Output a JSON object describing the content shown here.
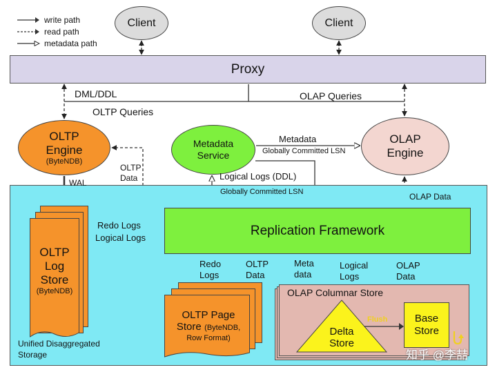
{
  "legend": {
    "write": "write path",
    "read": "read path",
    "metadata": "metadata path"
  },
  "clients": [
    "Client",
    "Client"
  ],
  "proxy": "Proxy",
  "labels": {
    "dml_ddl": "DML/DDL",
    "oltp_queries": "OLTP Queries",
    "olap_queries": "OLAP Queries",
    "metadata": "Metadata",
    "globally_committed_lsn": "Globally Committed LSN",
    "oltp_data_left_1": "OLTP",
    "oltp_data_left_2": "Data",
    "logical_logs_ddl": "Logical Logs (DDL)",
    "globally_committed_lsn_2": "Globally Committed LSN",
    "wal": "WAL",
    "olap_data": "OLAP Data",
    "redo_logs_h1": "Redo Logs",
    "redo_logs_h2": "Logical Logs",
    "redo_v1": "Redo",
    "redo_v2": "Logs",
    "oltp_v1": "OLTP",
    "oltp_v2": "Data",
    "meta_v1": "Meta",
    "meta_v2": "data",
    "logical_v1": "Logical",
    "logical_v2": "Logs",
    "olap_v1": "OLAP",
    "olap_v2": "Data",
    "flush": "Flush"
  },
  "oltp_engine": {
    "line1": "OLTP",
    "line2": "Engine",
    "sub": "(ByteNDB)"
  },
  "metadata_service": {
    "line1": "Metadata",
    "line2": "Service"
  },
  "olap_engine": {
    "line1": "OLAP",
    "line2": "Engine"
  },
  "replication_framework": "Replication Framework",
  "oltp_log_store": {
    "line1": "OLTP",
    "line2": "Log",
    "line3": "Store",
    "sub": "(ByteNDB)"
  },
  "oltp_page_store": {
    "line1": "OLTP Page",
    "line2": "Store",
    "sub1": "(ByteNDB,",
    "sub2": "Row Format)"
  },
  "olap_columnar_store": "OLAP Columnar Store",
  "delta_store": {
    "line1": "Delta",
    "line2": "Store"
  },
  "base_store": {
    "line1": "Base",
    "line2": "Store"
  },
  "unified_storage": {
    "line1": "Unified Disaggregated",
    "line2": "Storage"
  },
  "watermark": "知乎 @李喆",
  "colors": {
    "proxy": "#d9d4ea",
    "storage": "#7fe9f4",
    "replication": "#7ef03e",
    "oltp": "#f5932b",
    "olap_engine": "#f3d6d0",
    "columnar": "#e3b8b0",
    "delta_base": "#fbf31c"
  }
}
